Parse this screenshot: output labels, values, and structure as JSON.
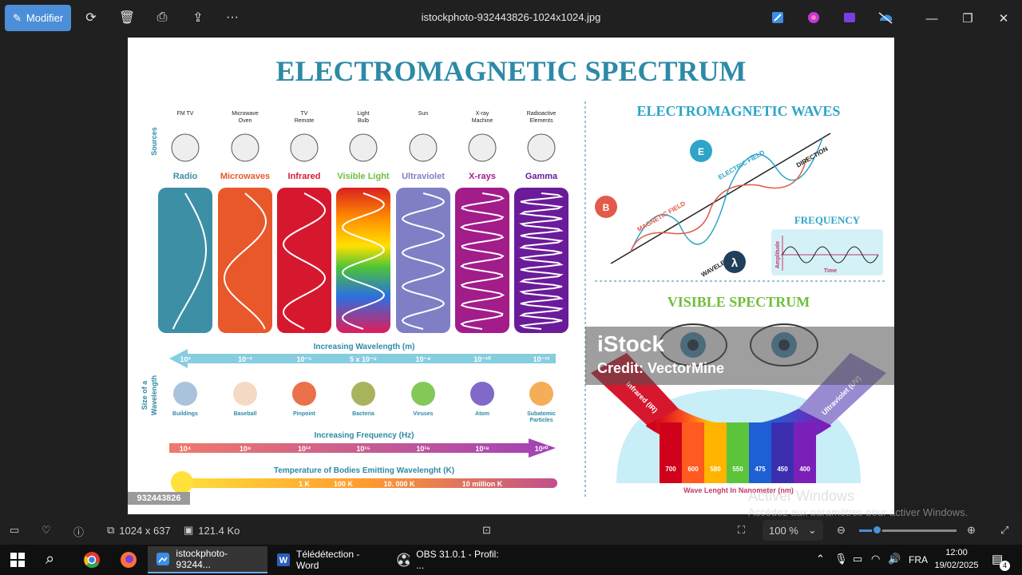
{
  "toolbar": {
    "modify_label": "Modifier",
    "file_title": "istockphoto-932443826-1024x1024.jpg"
  },
  "image": {
    "title": "ELECTROMAGNETIC SPECTRUM",
    "sources_label": "Sources",
    "sources": [
      {
        "name": "FM  TV",
        "band": "Radio",
        "color": "#3d8fa6"
      },
      {
        "name": "Microwave Oven",
        "band": "Microwaves",
        "color": "#e8582a"
      },
      {
        "name": "TV Remote",
        "band": "Infrared",
        "color": "#d6182f"
      },
      {
        "name": "Light Bulb",
        "band": "Visible Light",
        "color": "#6fbf3b"
      },
      {
        "name": "Sun",
        "band": "Ultraviolet",
        "color": "#7f7fc6"
      },
      {
        "name": "X-ray Machine",
        "band": "X-rays",
        "color": "#a21c8a"
      },
      {
        "name": "Radioactive Elements",
        "band": "Gamma",
        "color": "#6a1b9a"
      }
    ],
    "wavelength": {
      "title": "Increasing Wavelength (m)",
      "ticks": [
        "10³",
        "10⁻²",
        "10⁻⁵",
        "5 x 10⁻⁶",
        "10⁻⁸",
        "10⁻¹⁰",
        "10⁻¹²"
      ]
    },
    "size_label": "Size of a Wavelength",
    "sizes": [
      "Buildings",
      "Baseball",
      "Pinpoint",
      "Bacteria",
      "Viruses",
      "Atom",
      "Subatomic Particles"
    ],
    "frequency": {
      "title": "Increasing Frequency (Hz)",
      "ticks": [
        "10⁴",
        "10⁸",
        "10¹²",
        "10¹⁵",
        "10¹⁶",
        "10¹⁸",
        "10²⁰"
      ]
    },
    "temperature": {
      "title": "Temperature of Bodies Emitting Wavelenght (K)",
      "ticks": [
        "1 K",
        "100 K",
        "10. 000 K",
        "10 million K"
      ]
    },
    "em_waves": {
      "title": "ELECTROMAGNETIC WAVES",
      "e_symbol": "E",
      "b_symbol": "B",
      "electric_field": "ELECTRIC FIELD",
      "magnetic_field": "MAGNETIC FIELD",
      "direction": "DIRECTION",
      "wavelength": "WAVELENGTH",
      "lambda": "λ"
    },
    "frequency_panel": {
      "title": "FREQUENCY",
      "y_label": "Amplitude",
      "x_label": "Time"
    },
    "visible_spectrum": {
      "title": "VISIBLE SPECTRUM",
      "infrared": "Infrared (IR)",
      "ultraviolet": "Ultraviolet (UV)",
      "bands": [
        {
          "nm": "700",
          "color": "#d0021b"
        },
        {
          "nm": "600",
          "color": "#ff5a1f"
        },
        {
          "nm": "580",
          "color": "#ffb400"
        },
        {
          "nm": "550",
          "color": "#5cc43a"
        },
        {
          "nm": "475",
          "color": "#1f5fd6"
        },
        {
          "nm": "450",
          "color": "#3b2fb0"
        },
        {
          "nm": "400",
          "color": "#7a1fb8"
        }
      ],
      "axis_label": "Wave Lenght In Nanometer (nm)"
    },
    "id_tag": "932443826",
    "watermark_logo": "iStock",
    "watermark_credit": "Credit: VectorMine"
  },
  "activation": {
    "line1": "Activer Windows",
    "line2": "Accédez aux paramètres pour activer Windows."
  },
  "statusbar": {
    "dimensions": "1024 x 637",
    "filesize": "121.4 Ko",
    "zoom": "100 %"
  },
  "taskbar": {
    "apps": [
      {
        "label": "istockphoto-93244..."
      },
      {
        "label": "Télédétection - Word"
      },
      {
        "label": "OBS 31.0.1 - Profil: ..."
      }
    ],
    "lang": "FRA",
    "time": "12:00",
    "date": "19/02/2025",
    "notif_count": "4"
  }
}
